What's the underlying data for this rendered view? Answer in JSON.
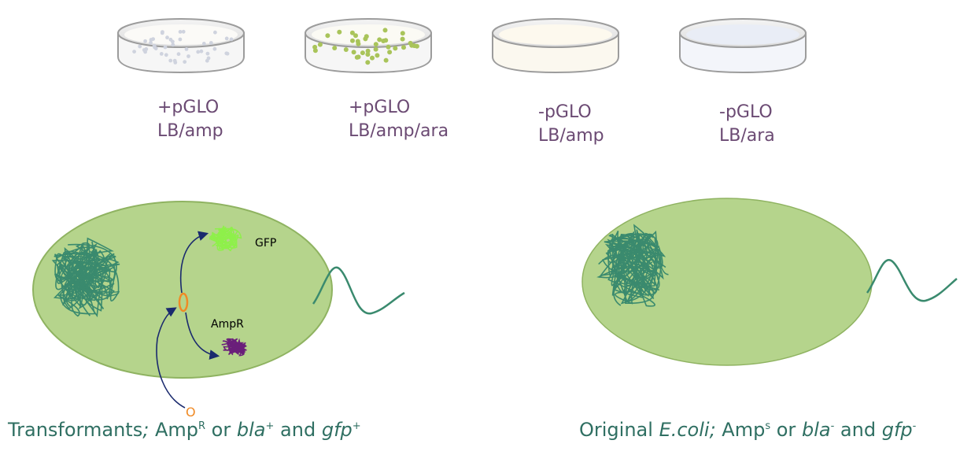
{
  "plates": [
    {
      "line1": "+pGLO",
      "line2": "LB/amp"
    },
    {
      "line1": "+pGLO",
      "line2": "LB/amp/ara"
    },
    {
      "line1": "-pGLO",
      "line2": "LB/amp"
    },
    {
      "line1": "-pGLO",
      "line2": "LB/ara"
    }
  ],
  "cell_left": {
    "gfp_label": "GFP",
    "ampr_label": "AmpR",
    "plasmid_label": "O"
  },
  "captions": {
    "left": {
      "text": "Transformants",
      "punct": ";",
      "amp": "Amp",
      "amp_sup": "R",
      "or": "or",
      "gene1": "bla",
      "gene1_sup": "+",
      "and": "and",
      "gene2": "gfp",
      "gene2_sup": "+"
    },
    "right": {
      "text": "Original",
      "organism": "E.coli;",
      "amp": "Amp",
      "amp_sup": "s",
      "or": "or",
      "gene1": "bla",
      "gene1_sup": "-",
      "and": "and",
      "gene2": "gfp",
      "gene2_sup": "-"
    }
  },
  "colors": {
    "cell_fill": "#b5d48c",
    "cell_edge": "#8fb361",
    "dna": "#3a8a6e",
    "gfp": "#8ef04a",
    "ampr": "#6a1f7a",
    "plasmid": "#f08a25",
    "arrow": "#1a2a6e",
    "label": "#6b4a73",
    "caption": "#2f6f62"
  }
}
